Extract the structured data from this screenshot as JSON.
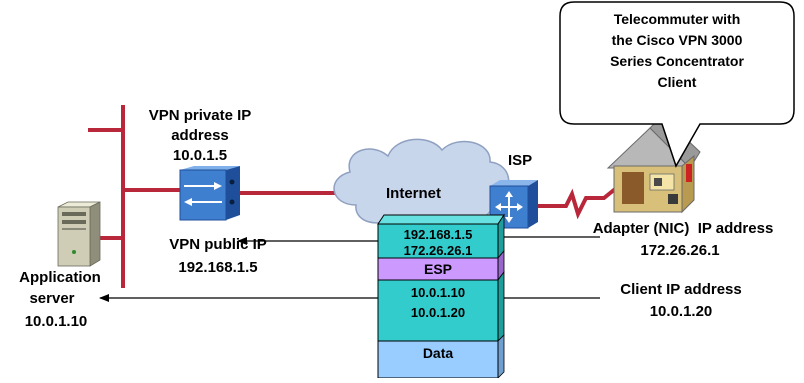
{
  "callout": {
    "lines": [
      "Telecommuter with",
      "the Cisco VPN 3000",
      "Series Concentrator",
      "Client"
    ]
  },
  "labels": {
    "vpn_private_ip": [
      "VPN private IP",
      "address",
      "10.0.1.5"
    ],
    "isp": "ISP",
    "internet": "Internet",
    "adapter_ip": [
      "Adapter (NIC)  IP address",
      "172.26.26.1"
    ],
    "vpn_public_ip": [
      "VPN public IP",
      "192.168.1.5"
    ],
    "application_server": [
      "Application",
      "server",
      "10.0.1.10"
    ],
    "client_ip": [
      "Client IP address",
      "10.0.1.20"
    ]
  },
  "packet": {
    "outer_header": [
      "192.168.1.5",
      "172.26.26.1"
    ],
    "esp": "ESP",
    "inner_header": [
      "10.0.1.10",
      "10.0.1.20"
    ],
    "payload": "Data"
  },
  "colors": {
    "network_line": "#b8283a",
    "header_fill": "#33cccc",
    "header_side": "#1f9c9c",
    "esp_fill": "#cc99ff",
    "esp_side": "#9966cc",
    "data_fill": "#99ccff",
    "data_side": "#6f9fd0",
    "cloud_fill": "#c8d6ec",
    "cloud_stroke": "#8fa0c0",
    "device_blue": "#3f7fd0"
  },
  "icons": [
    "server-icon",
    "vpn-concentrator-icon",
    "cloud-icon",
    "isp-router-icon",
    "house-icon"
  ]
}
